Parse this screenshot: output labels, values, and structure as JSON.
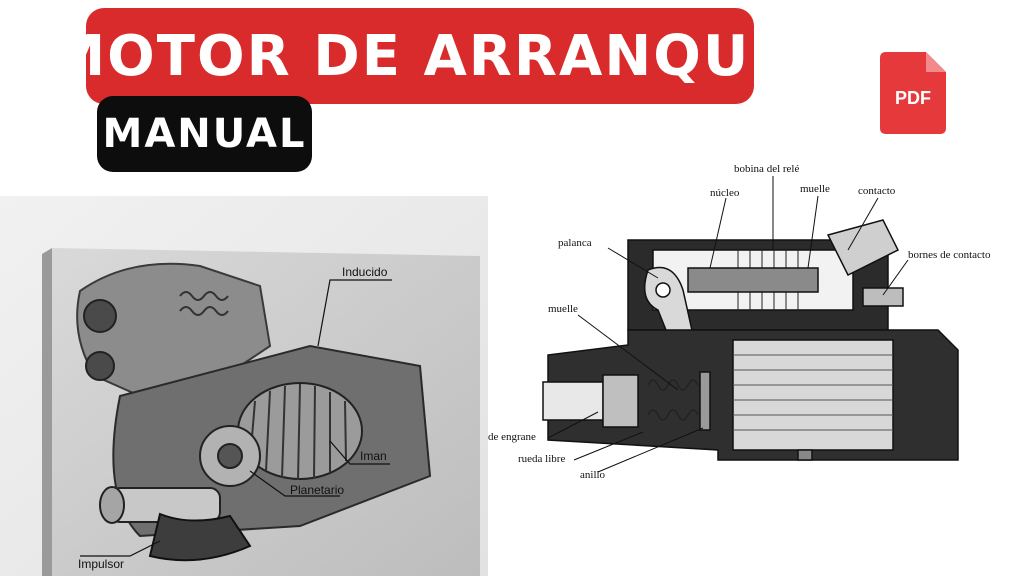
{
  "title": "MOTOR DE ARRANQUE",
  "subtitle": "MANUAL",
  "pdf_badge": "PDF",
  "colors": {
    "title_bg": "#d92b2b",
    "subtitle_bg": "#0d0d0d",
    "pdf_red": "#e5393b"
  },
  "left_figure": {
    "labels": {
      "inducido": "Inducido",
      "iman": "Iman",
      "planetario": "Planetario",
      "impulsor": "Impulsor"
    }
  },
  "right_figure": {
    "labels": {
      "bobina": "bobina del relé",
      "nucleo": "núcleo",
      "muelle_top": "muelle",
      "contacto": "contacto",
      "palanca": "palanca",
      "bornes": "bornes de contacto",
      "muelle_left": "muelle",
      "engrane": "de engrane",
      "rueda": "rueda libre",
      "anillo": "anillo"
    }
  }
}
